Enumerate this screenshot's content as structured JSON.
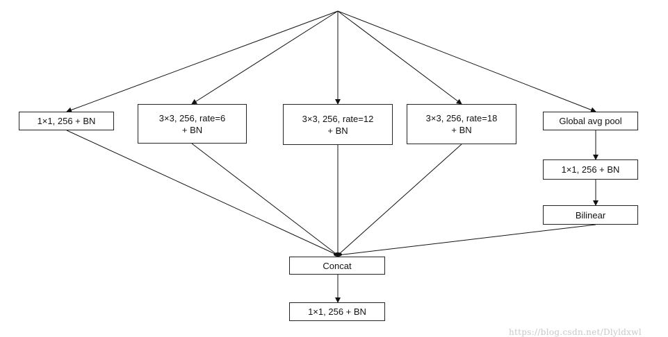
{
  "boxes": {
    "conv1x1": "1×1, 256 + BN",
    "atrous6": [
      "3×3, 256, rate=6",
      "+ BN"
    ],
    "atrous12": [
      "3×3, 256, rate=12",
      "+ BN"
    ],
    "atrous18": [
      "3×3, 256, rate=18",
      "+ BN"
    ],
    "global_pool": "Global avg pool",
    "pool_conv": "1×1, 256 + BN",
    "bilinear": "Bilinear",
    "concat": "Concat",
    "final_conv": "1×1, 256 + BN"
  },
  "watermark": "https://blog.csdn.net/Dlyldxwl"
}
